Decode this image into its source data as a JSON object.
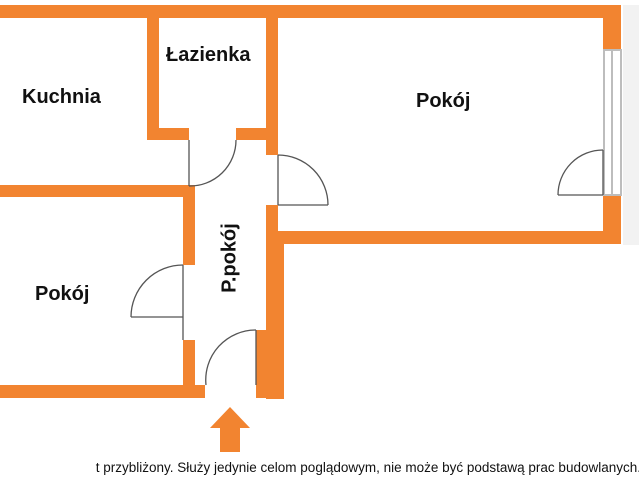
{
  "rooms": {
    "kitchen": "Kuchnia",
    "bathroom": "Łazienka",
    "room_large": "Pokój",
    "room_small": "Pokój",
    "hallway": "P.pokój"
  },
  "disclaimer": "t przybliżony. Służy jedynie celom poglądowym, nie może być podstawą prac budowlanych.",
  "colors": {
    "wall": "#F28430",
    "arrow": "#F28430",
    "window_frame": "#bdbdbd",
    "door_line": "#555555",
    "text": "#111111"
  },
  "icons": {
    "entrance": "up-arrow-icon"
  }
}
